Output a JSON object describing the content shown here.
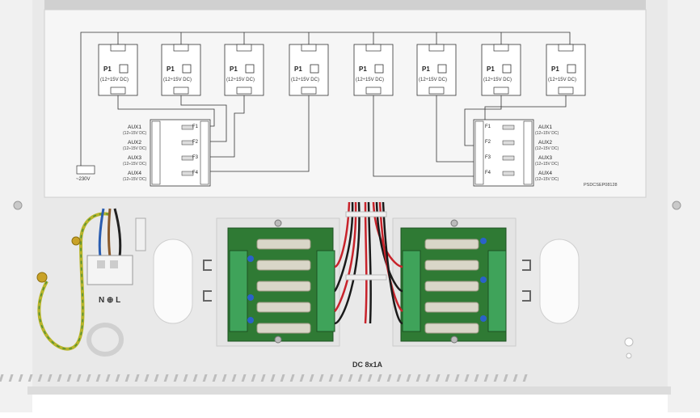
{
  "colors": {
    "enclosure": "#eeeeee",
    "panel": "#f5f5f5",
    "pcb": "#2f7a34",
    "terminal": "#3fa35a",
    "fuse": "#d9d6c8",
    "wire_red": "#c8232b",
    "wire_black": "#1a1a1a"
  },
  "diagram": {
    "module_label": "P1",
    "module_range": "(12÷15V DC)",
    "aux_labels": [
      "AUX1",
      "AUX2",
      "AUX3",
      "AUX4"
    ],
    "aux_range": "(12÷15V DC)",
    "fuse_labels": [
      "F1",
      "F2",
      "F3",
      "F4"
    ],
    "mains_label": "~230V",
    "model_code": "PSDCSEP08128"
  },
  "enclosure": {
    "terminal_label": "N ⊕ L",
    "output_label": "DC 8x1A"
  }
}
